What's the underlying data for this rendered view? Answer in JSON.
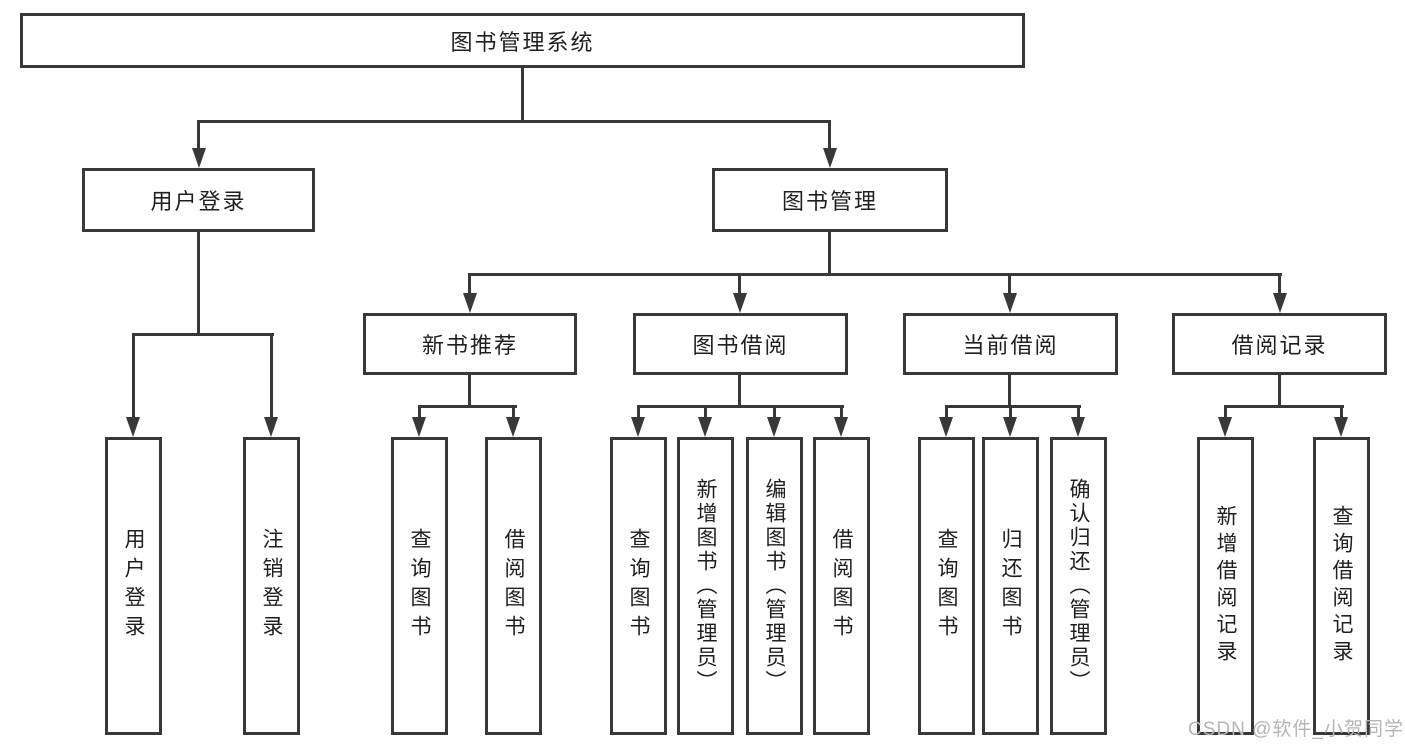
{
  "watermark": {
    "text": "CSDN @软件_小贺同学"
  },
  "colors": {
    "line": "#383838",
    "text": "#1f1f1f",
    "watermark": "#b5b5b5",
    "background": "#ffffff"
  },
  "tree": {
    "root": {
      "label": "图书管理系统"
    },
    "branches": [
      {
        "label": "用户登录",
        "children": [
          {
            "label": "用户登录"
          },
          {
            "label": "注销登录"
          }
        ]
      },
      {
        "label": "图书管理",
        "sections": [
          {
            "label": "新书推荐",
            "children": [
              {
                "label": "查询图书"
              },
              {
                "label": "借阅图书"
              }
            ]
          },
          {
            "label": "图书借阅",
            "children": [
              {
                "label": "查询图书"
              },
              {
                "label": "新增图书（管理员）"
              },
              {
                "label": "编辑图书（管理员）"
              },
              {
                "label": "借阅图书"
              }
            ]
          },
          {
            "label": "当前借阅",
            "children": [
              {
                "label": "查询图书"
              },
              {
                "label": "归还图书"
              },
              {
                "label": "确认归还（管理员）"
              }
            ]
          },
          {
            "label": "借阅记录",
            "children": [
              {
                "label": "新增借阅记录"
              },
              {
                "label": "查询借阅记录"
              }
            ]
          }
        ]
      }
    ]
  }
}
